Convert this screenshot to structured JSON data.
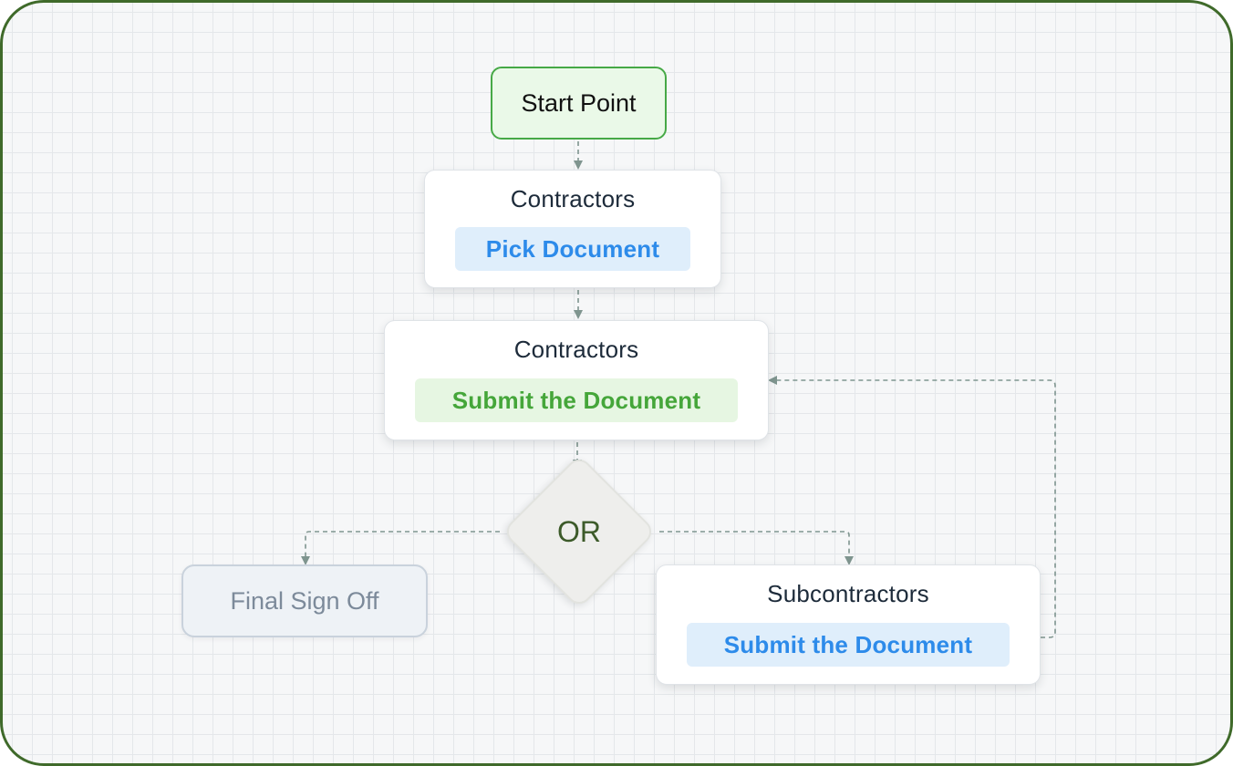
{
  "start": {
    "label": "Start Point"
  },
  "step_pick": {
    "actor": "Contractors",
    "action": "Pick Document"
  },
  "step_submit": {
    "actor": "Contractors",
    "action": "Submit the Document"
  },
  "gateway": {
    "label": "OR"
  },
  "final": {
    "label": "Final Sign Off"
  },
  "step_sub": {
    "actor": "Subcontractors",
    "action": "Submit the Document"
  },
  "colors": {
    "frame_border": "#3f6a2a",
    "start_border": "#46a946",
    "start_fill": "#eaf9e8",
    "chip_blue_text": "#2d8bea",
    "chip_blue_fill": "#dfeefb",
    "chip_green_text": "#45a63a",
    "chip_green_fill": "#e6f6e2",
    "connector": "#7f958f",
    "gateway_text": "#3c5a29"
  }
}
